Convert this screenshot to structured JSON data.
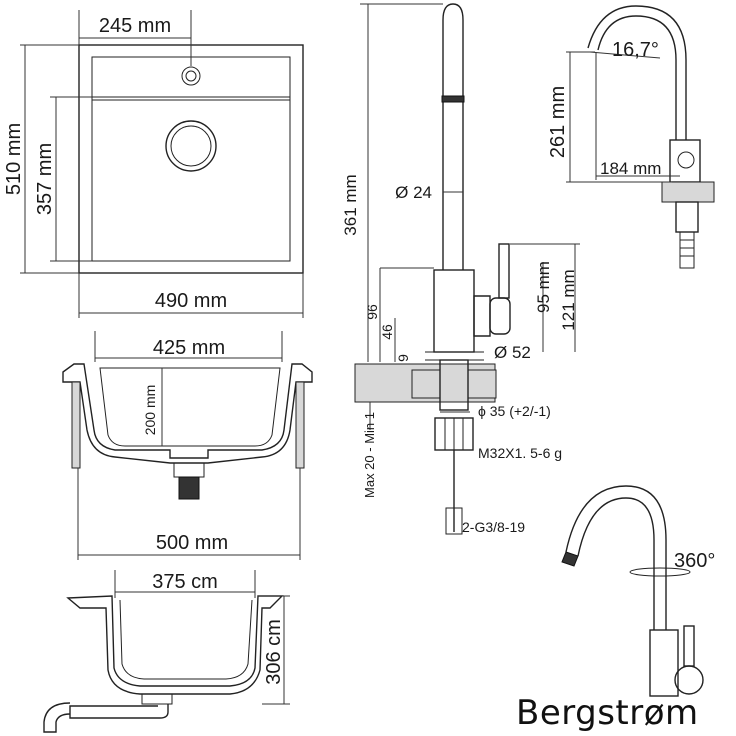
{
  "top_sink": {
    "width_total": "490 mm",
    "height_total": "510 mm",
    "bowl_height": "357 mm",
    "tap_offset": "245 mm"
  },
  "side_sink": {
    "inner_width": "425 mm",
    "depth": "200 mm",
    "outer_width": "500 mm"
  },
  "front_sink": {
    "width": "375 cm",
    "height": "306 cm"
  },
  "faucet_side": {
    "height": "361 mm",
    "spout_diameter": "Ø 24",
    "dim_96": "96",
    "dim_46": "46",
    "dim_9": "9",
    "handle_height": "95 mm",
    "body_height": "121 mm",
    "base_diameter": "Ø 52",
    "hole": "ϕ 35 (+2/-1)",
    "thread": "M32X1. 5-6 g",
    "hose": "2-G3/8-19",
    "counter": "Max 20 - Min 1"
  },
  "faucet_top": {
    "angle": "16,7°",
    "height": "261 mm",
    "reach": "184 mm"
  },
  "faucet_view": {
    "rotation": "360°"
  },
  "brand": {
    "name": "Bergstrøm"
  }
}
